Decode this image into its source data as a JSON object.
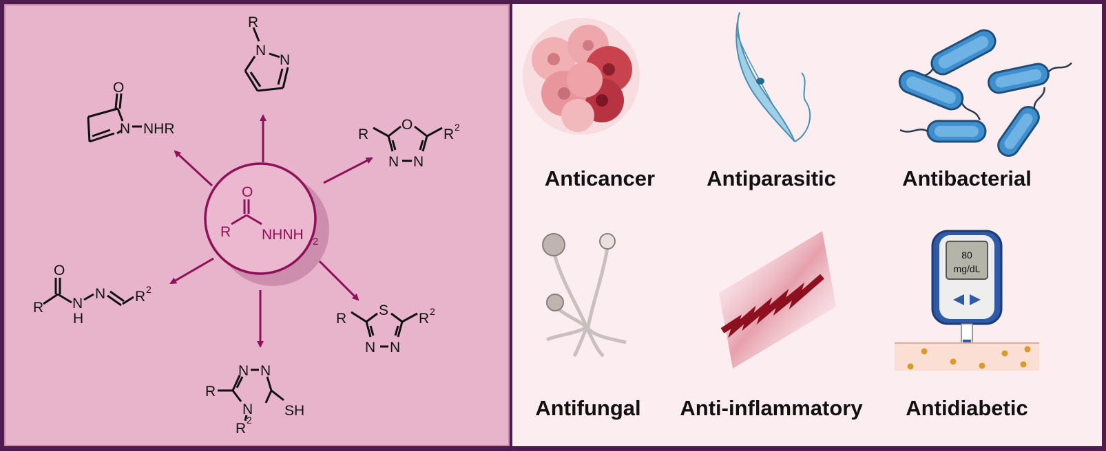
{
  "hub": {
    "r_label": "R",
    "o_label": "O",
    "nhnh_label": "NHNH",
    "sub_2": "2",
    "color": "#8e1058"
  },
  "arrow_color": "#8e1058",
  "structures": {
    "pyrrolone": {
      "o": "O",
      "n": "N",
      "nhr": "NHR"
    },
    "pyrazole": {
      "r": "R",
      "n1": "N",
      "n2": "N"
    },
    "oxadiazole": {
      "r": "R",
      "o": "O",
      "r2": "R",
      "sup": "2",
      "n1": "N",
      "n2": "N"
    },
    "hydrazone": {
      "o": "O",
      "r": "R",
      "n1": "N",
      "h": "H",
      "n2": "N",
      "r2": "R",
      "sup": "2"
    },
    "triazole": {
      "n1": "N",
      "n2": "N",
      "r": "R",
      "n4": "N",
      "r2": "R",
      "sup": "2",
      "sh": "SH"
    },
    "thiadiazole": {
      "s": "S",
      "r": "R",
      "r2": "R",
      "sup": "2",
      "n1": "N",
      "n2": "N"
    }
  },
  "activities": {
    "anticancer": "Anticancer",
    "antiparasitic": "Antiparasitic",
    "antibacterial": "Antibacterial",
    "antifungal": "Antifungal",
    "anti_inflammatory": "Anti-inflammatory",
    "antidiabetic": "Antidiabetic"
  },
  "glucometer": {
    "value": "80",
    "unit": "mg/dL"
  },
  "colors": {
    "left_bg": "#e8b4cc",
    "right_bg": "#fcedf1",
    "border": "#4f1c4f",
    "bacteria": "#3f8fcf",
    "parasite": "#9fd0e8",
    "cancer": "#e07b82"
  }
}
